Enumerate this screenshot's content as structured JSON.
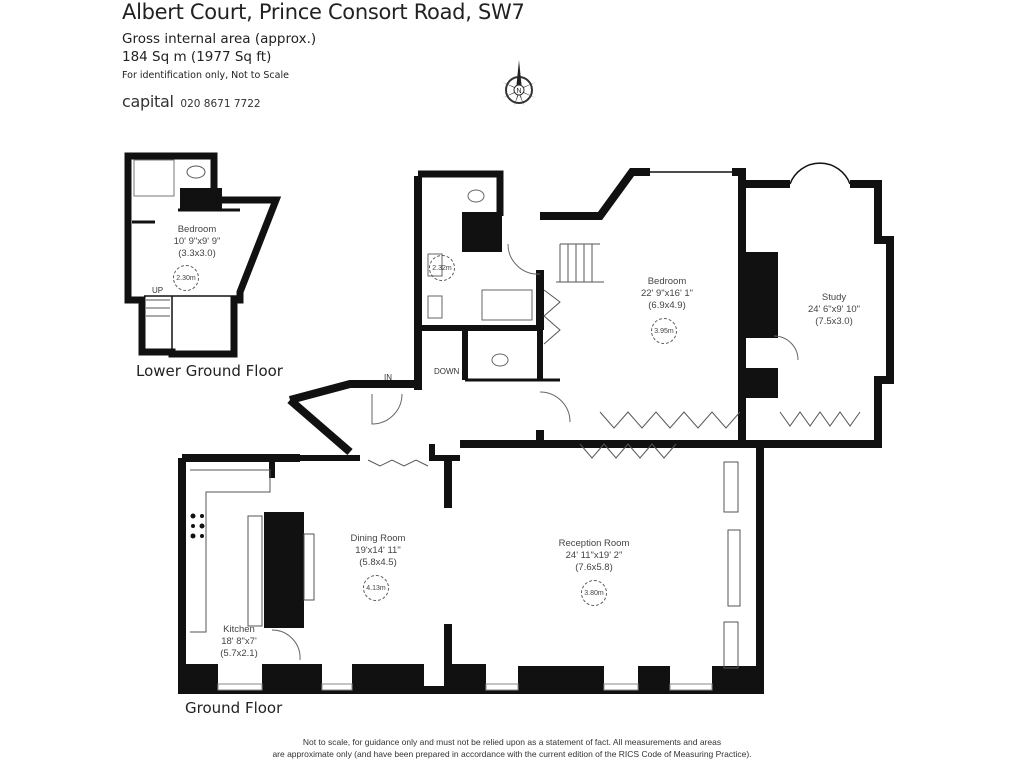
{
  "header": {
    "title": "Albert Court, Prince Consort Road, SW7",
    "area_label": "Gross internal area (approx.)",
    "area_value": "184 Sq m (1977 Sq ft)",
    "note": "For identification only, Not to Scale",
    "brand": "capital",
    "phone": "020 8671 7722"
  },
  "compass": {
    "icon": "compass-rose-icon",
    "label": "N"
  },
  "floors": [
    {
      "name": "Lower Ground Floor",
      "rooms": [
        {
          "name": "Bedroom",
          "imperial": "10' 9\"x9' 9\"",
          "metric": "(3.3x3.0)",
          "ceiling": "2.30m"
        }
      ],
      "markers": {
        "stairs": "UP"
      }
    },
    {
      "name": "Ground Floor",
      "rooms": [
        {
          "name": "Bedroom",
          "imperial": "22' 9\"x16' 1\"",
          "metric": "(6.9x4.9)",
          "ceiling": "3.95m"
        },
        {
          "name": "Study",
          "imperial": "24' 6\"x9' 10\"",
          "metric": "(7.5x3.0)"
        },
        {
          "name": "Dining Room",
          "imperial": "19'x14' 11\"",
          "metric": "(5.8x4.5)",
          "ceiling": "4.13m"
        },
        {
          "name": "Reception Room",
          "imperial": "24' 11\"x19' 2\"",
          "metric": "(7.6x5.8)",
          "ceiling": "3.80m"
        },
        {
          "name": "Kitchen",
          "imperial": "18' 8\"x7'",
          "metric": "(5.7x2.1)"
        }
      ],
      "bathroom_ceiling": "2.32m",
      "markers": {
        "entrance": "IN",
        "stairs": "DOWN"
      }
    }
  ],
  "disclaimer": {
    "line1": "Not to scale, for guidance only and must not be relied upon as a statement of fact.  All measurements and areas",
    "line2": "are approximate only (and have been prepared in accordance with the current edition of the RICS Code of Measuring Practice)."
  }
}
